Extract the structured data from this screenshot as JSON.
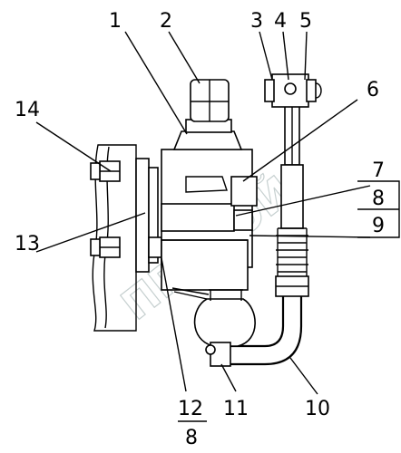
{
  "callouts": {
    "c1": "1",
    "c2": "2",
    "c3": "3",
    "c4": "4",
    "c5": "5",
    "c6": "6",
    "c7": "7",
    "c8a": "8",
    "c9": "9",
    "c10": "10",
    "c11": "11",
    "c12": "12",
    "c8b": "8",
    "c13": "13",
    "c14": "14"
  },
  "watermark": "ПРИБОЙ",
  "colors": {
    "line": "#000000",
    "background": "#ffffff",
    "watermark": "#99aaaa"
  }
}
